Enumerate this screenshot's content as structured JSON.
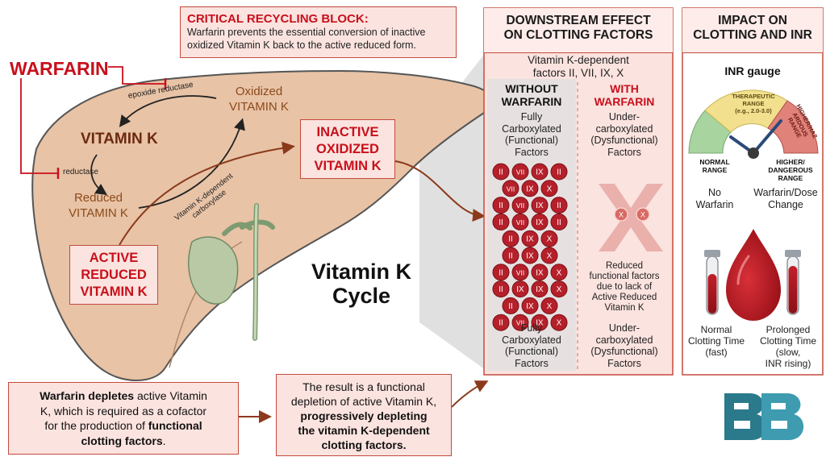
{
  "warfarin_label": "WARFARIN",
  "warning": {
    "title": "CRITICAL RECYCLING BLOCK:",
    "line1": "Warfarin prevents the essential conversion of inactive",
    "line2": "oxidized Vitamin K back to the active reduced form."
  },
  "liver": {
    "epoxide_reductase": "epoxide reductase",
    "oxidized_line1": "Oxidized",
    "oxidized_line2": "VITAMIN K",
    "vitamin_k": "VITAMIN K",
    "reductase": "reductase",
    "reduced_line1": "Reduced",
    "reduced_line2": "VITAMIN K",
    "carboxylase_line1": "Vitamin K-dependent",
    "carboxylase_line2": "carboxylase",
    "cycle_line1": "Vitamin K",
    "cycle_line2": "Cycle"
  },
  "inactive_box": {
    "line1": "INACTIVE",
    "line2": "OXIDIZED",
    "line3": "VITAMIN K"
  },
  "active_box": {
    "line1": "ACTIVE",
    "line2": "REDUCED",
    "line3": "VITAMIN K"
  },
  "downstream": {
    "title_line1": "DOWNSTREAM EFFECT",
    "title_line2": "ON CLOTTING FACTORS",
    "subtitle_line1": "Vitamin K-dependent",
    "subtitle_line2": "factors II,  VII,  IX, X",
    "without_line1": "WITHOUT",
    "without_line2": "WARFARIN",
    "with_line1": "WITH",
    "with_line2": "WARFARIN",
    "left_top": [
      "Fully",
      "Carboxylated",
      "(Functional)",
      "Factors"
    ],
    "right_top": [
      "Under-",
      "carboxylated",
      "(Dysfunctional)",
      "Factors"
    ],
    "factor_rows": [
      [
        "II",
        "VII",
        "IX",
        "II"
      ],
      [
        "VII",
        "IX",
        "X"
      ],
      [
        "II",
        "VII",
        "IX",
        "II"
      ],
      [
        "II",
        "VII",
        "IX",
        "II"
      ],
      [
        "II",
        "IX",
        "X"
      ],
      [
        "II",
        "IX",
        "X"
      ],
      [
        "II",
        "VII",
        "IX",
        "X"
      ],
      [
        "II",
        "IX",
        "IX",
        "X"
      ],
      [
        "II",
        "IX",
        "X"
      ],
      [
        "II",
        "VII",
        "IX",
        "X"
      ]
    ],
    "dysfunctional_factors": [
      "X",
      "X"
    ],
    "reduced_note": [
      "Reduced",
      "functional factors",
      "due to lack of",
      "Active Reduced",
      "Vitamin K"
    ],
    "left_bottom": [
      "Fully",
      "Carboxylated",
      "(Functional)",
      "Factors"
    ],
    "right_bottom": [
      "Under-",
      "carboxylated",
      "(Dysfunctional)",
      "Factors"
    ]
  },
  "impact": {
    "title_line1": "IMPACT ON",
    "title_line2": "CLOTTING AND INR",
    "gauge_title": "INR gauge",
    "therapeutic_line1": "THERAPEUTIC",
    "therapeutic_line2": "RANGE",
    "therapeutic_line3": "(e.g., 2.0-3.0)",
    "high_arc_line1": "HIGHER/HAZ",
    "high_arc_line2": "ARDOUS",
    "high_arc_line3": "RANGE",
    "normal_range_line1": "NORMAL",
    "normal_range_line2": "RANGE",
    "higher_line1": "HIGHER/",
    "higher_line2": "DANGEROUS",
    "higher_line3": "RANGE",
    "no_warfarin_line1": "No",
    "no_warfarin_line2": "Warfarin",
    "dose_line1": "Warfarin/Dose",
    "dose_line2": "Change",
    "normal_clot": [
      "Normal",
      "Clotting Time",
      "(fast)"
    ],
    "prolonged_clot": [
      "Prolonged",
      "Clotting Time",
      "(slow,",
      "INR rising)"
    ]
  },
  "bottom_left": {
    "line1_bold": "Warfarin depletes",
    "line1_rest": " active Vitamin",
    "line2": "K, which is required as a cofactor",
    "line3_pre": "for the production of ",
    "line3_bold": "functional",
    "line4_bold": "clotting factors",
    "line4_rest": "."
  },
  "bottom_mid": {
    "line1": "The result is a functional",
    "line2": "depletion of active Vitamin K,",
    "line3": "progressively depleting",
    "line4": "the vitamin K-dependent",
    "line5": "clotting factors."
  },
  "logo": {
    "text": "BB"
  },
  "colors": {
    "accent_red": "#c8101c",
    "liver_fill": "#e8c3a6",
    "liver_stroke": "#555555",
    "panel_fill": "#fbe3df",
    "panel_border": "#c44a3e",
    "arrow_brown": "#8b3a1c",
    "factor_red": "#b5202a",
    "gauge_green": "#a8d4a0",
    "gauge_yellow": "#f2e08f",
    "gauge_red": "#e0827a",
    "logo_teal": "#2a7a8c"
  }
}
